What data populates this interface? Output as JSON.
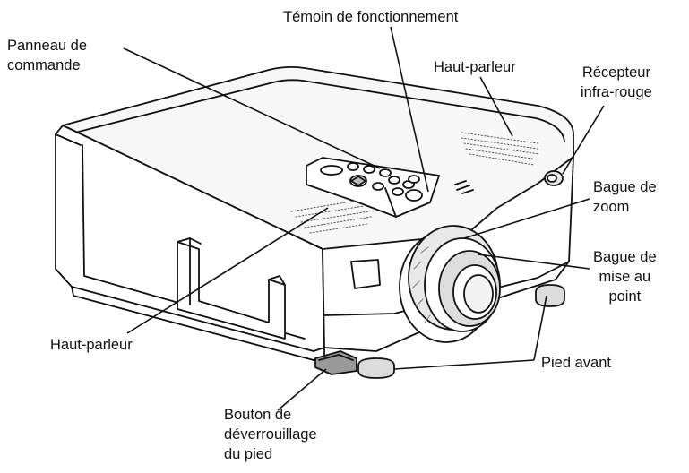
{
  "labels": {
    "witness": "Témoin de fonctionnement",
    "control_panel": [
      "Panneau de",
      "commande"
    ],
    "speaker_top": "Haut-parleur",
    "ir_receiver": [
      "Récepteur",
      "infra-rouge"
    ],
    "zoom_ring": [
      "Bague de",
      "zoom"
    ],
    "focus_ring": [
      "Bague de",
      "mise au",
      "point"
    ],
    "speaker_side": "Haut-parleur",
    "front_foot": "Pied avant",
    "foot_release": [
      "Bouton de",
      "déverrouillage",
      "du pied"
    ]
  },
  "colors": {
    "line": "#111111",
    "fill_body": "#ffffff",
    "fill_top": "#f6f6f6",
    "fill_side": "#eeeeee",
    "fill_dark": "#cfcfcf"
  }
}
